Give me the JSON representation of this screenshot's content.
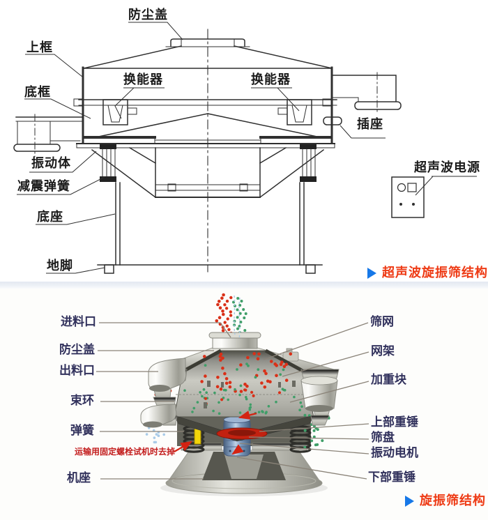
{
  "top": {
    "labels": {
      "dust_cover": "防尘盖",
      "upper_frame": "上框",
      "bottom_frame": "底框",
      "transducer_left": "换能器",
      "transducer_right": "换能器",
      "socket": "插座",
      "vibrating_body": "振动体",
      "damper_spring": "减震弹簧",
      "base": "底座",
      "foot": "地脚",
      "ultrasonic_power": "超声波电源"
    },
    "caption": "超声波旋振筛结构"
  },
  "bottom": {
    "labels": {
      "feed_inlet": "进料口",
      "dust_cover": "防尘盖",
      "discharge_outlet": "出料口",
      "clamp_ring": "束环",
      "spring": "弹簧",
      "machine_base": "机座",
      "screen_mesh": "筛网",
      "mesh_frame": "网架",
      "weight_block": "加重块",
      "upper_weight": "上部重锤",
      "sieve_pan": "筛盘",
      "vibration_motor": "振动电机",
      "lower_weight": "下部重锤"
    },
    "warning": "运输用固定螺栓试机时去掉",
    "caption": "旋振筛结构"
  },
  "colors": {
    "caption_text": "#ee3a14",
    "caption_arrow": "#1678e8",
    "label_navy": "#31315c",
    "warning_red": "#c31d1d",
    "particle_red": "#d93018",
    "particle_green": "#3f9e68",
    "particle_blue": "#a9cbe8",
    "motor_blue": "#7fa0c8"
  }
}
